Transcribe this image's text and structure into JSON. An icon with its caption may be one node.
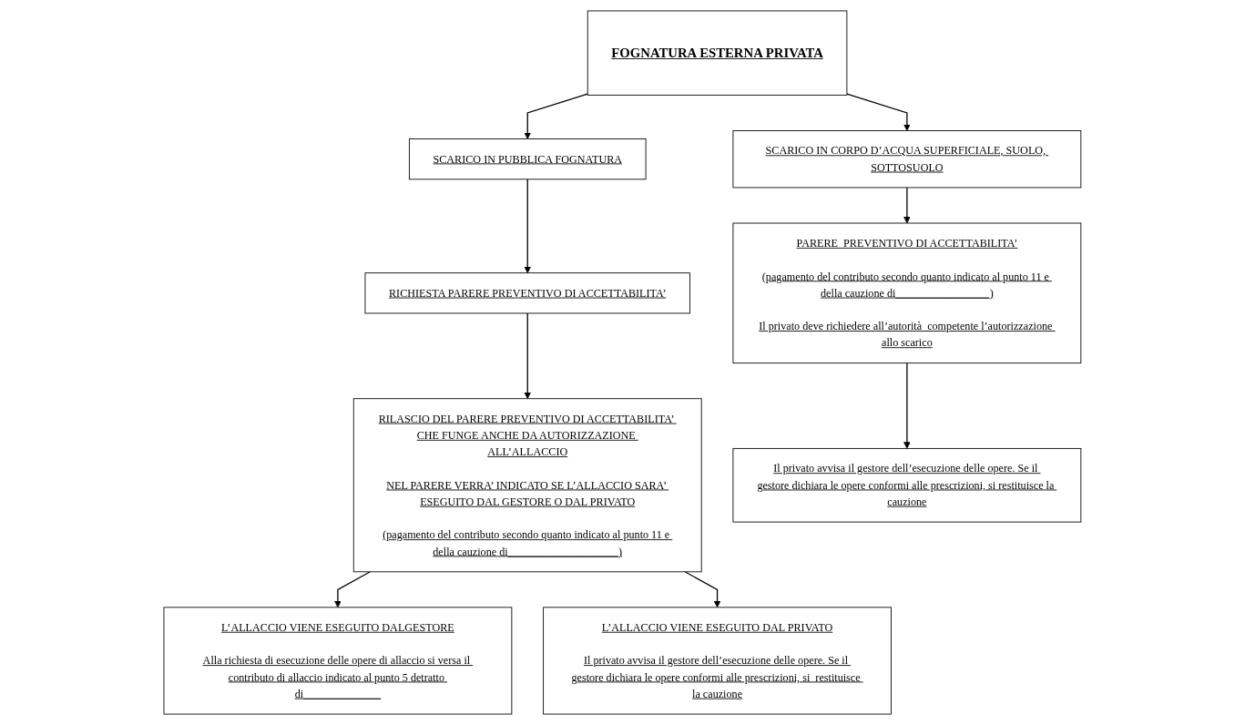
{
  "diagram": {
    "nodes": [
      {
        "text": [
          "FOGNATURA ESTERNA PRIVATA"
        ]
      },
      {
        "text": [
          "SCARICO IN CORPO D’ACQUA SUPERFICIALE, SUOLO, SOTTOSUOLO"
        ]
      },
      {
        "text": [
          "SCARICO IN PUBBLICA FOGNATURA"
        ]
      },
      {
        "text": [
          "PARERE  PREVENTIVO DI ACCETTABILITA’",
          "(pagamento del contributo secondo quanto indicato al punto 11 e della cauzione di_________________)",
          "Il privato deve richiedere all’autorità  competente l’autorizzazione allo scarico"
        ]
      },
      {
        "text": [
          "RICHIESTA PARERE PREVENTIVO DI ACCETTABILITA’"
        ]
      },
      {
        "text": [
          "RILASCIO DEL PARERE PREVENTIVO DI ACCETTABILITA’ CHE FUNGE ANCHE DA AUTORIZZAZIONE ALL’ALLACCIO",
          "NEL PARERE VERRA’ INDICATO SE L’ALLACCIO SARA’ ESEGUITO DAL GESTORE O DAL PRIVATO",
          "(pagamento del contributo secondo quanto indicato al punto 11 e della cauzione di____________________)"
        ]
      },
      {
        "text": [
          "Il privato avvisa il gestore dell’esecuzione delle opere. Se il gestore dichiara le opere conformi alle prescrizioni, si restituisce la cauzione"
        ]
      },
      {
        "text": [
          "L’ALLACCIO VIENE ESEGUITO DALGESTORE",
          "Alla richiesta di esecuzione delle opere di allaccio si versa il contributo di allaccio indicato al punto 5 detratto di______________"
        ]
      },
      {
        "text": [
          "L’ALLACCIO VIENE ESEGUITO DAL PRIVATO",
          "Il privato avvisa il gestore dell’esecuzione delle opere. Se il gestore dichiara le opere conformi alle prescrizioni, si  restituisce la cauzione"
        ]
      }
    ],
    "edges": [
      {
        "from": 0,
        "to": 1,
        "arrow": "to"
      },
      {
        "from": 0,
        "to": 2,
        "arrow": "to"
      },
      {
        "from": 1,
        "to": 3,
        "arrow": "to"
      },
      {
        "from": 2,
        "to": 4,
        "arrow": "to"
      },
      {
        "from": 3,
        "to": 6,
        "arrow": "to"
      },
      {
        "from": 4,
        "to": 5,
        "arrow": "to"
      },
      {
        "from": 5,
        "to": 7,
        "arrow": "to"
      },
      {
        "from": 5,
        "to": 8,
        "arrow": "to"
      }
    ]
  }
}
